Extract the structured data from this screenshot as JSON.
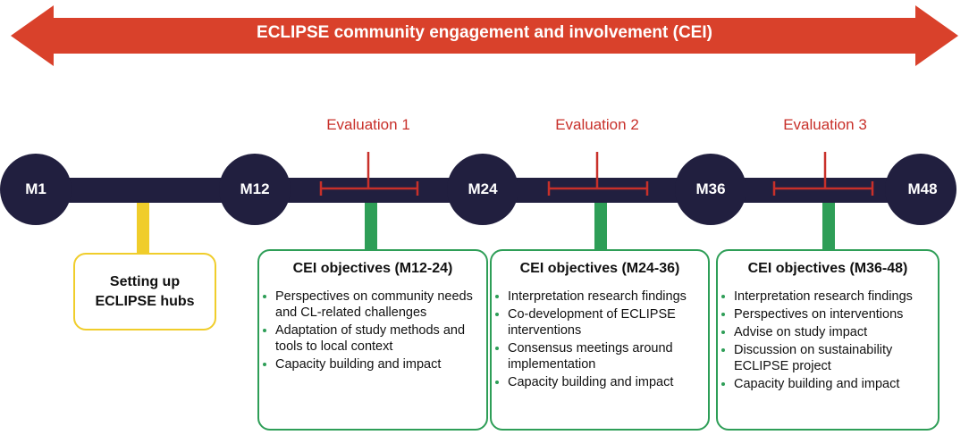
{
  "banner": {
    "text": "ECLIPSE community engagement and involvement (CEI)",
    "color": "#d9412b"
  },
  "colors": {
    "timeline": "#211f3f",
    "evaluation": "#c8302a",
    "objective_connector": "#2e9e57",
    "setup_connector": "#f0cd2b"
  },
  "milestones": [
    "M1",
    "M12",
    "M24",
    "M36",
    "M48"
  ],
  "evaluations": [
    "Evaluation 1",
    "Evaluation 2",
    "Evaluation 3"
  ],
  "setup": {
    "line1": "Setting up",
    "line2": "ECLIPSE hubs"
  },
  "objectives": [
    {
      "title": "CEI objectives (M12-24)",
      "items": [
        "Perspectives on community needs and CL-related challenges",
        "Adaptation of study methods and tools to local context",
        "Capacity building and impact"
      ]
    },
    {
      "title": "CEI objectives (M24-36)",
      "items": [
        "Interpretation research findings",
        "Co-development of ECLIPSE interventions",
        "Consensus meetings around implementation",
        "Capacity building and impact"
      ]
    },
    {
      "title": "CEI objectives (M36-48)",
      "items": [
        "Interpretation research findings",
        "Perspectives on interventions",
        "Advise on study impact",
        "Discussion on sustainability ECLIPSE project",
        "Capacity building and impact"
      ]
    }
  ]
}
